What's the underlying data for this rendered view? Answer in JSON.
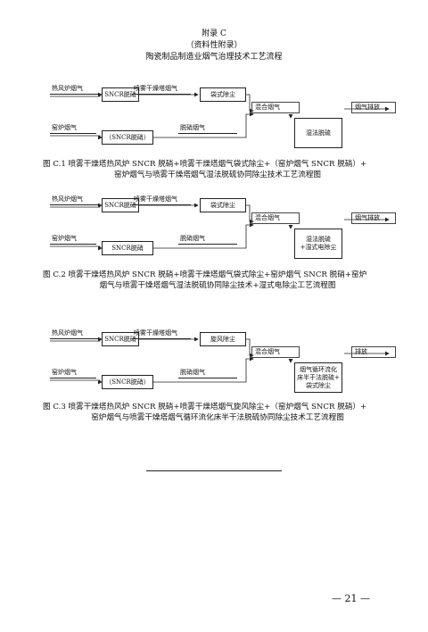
{
  "header": {
    "appendix": "附录 C",
    "note": "（资料性附录）",
    "title": "陶瓷制品制造业烟气治理技术工艺流程"
  },
  "figures": [
    {
      "id": "c1",
      "nodes": {
        "hot_gas": "热风炉烟气",
        "sncr": "SNCR脱硝",
        "spray_gas": "喷雾干燥塔烟气",
        "dedust": "袋式除尘",
        "kiln_gas": "窑炉烟气",
        "sncr2": "（SNCR脱硝）",
        "denit_gas": "脱硝烟气",
        "mixed": "混合烟气",
        "process": "湿法脱硫",
        "exhaust": "烟气排放"
      },
      "caption_line1": "图 C.1 喷雾干燥塔热风炉 SNCR 脱硝+喷雾干燥塔烟气袋式除尘+（窑炉烟气 SNCR 脱硝）+",
      "caption_line2": "窑炉烟气与喷雾干燥塔烟气湿法脱硫协同除尘技术工艺流程图"
    },
    {
      "id": "c2",
      "nodes": {
        "hot_gas": "热风炉烟气",
        "sncr": "SNCR脱硝",
        "spray_gas": "喷雾干燥塔烟气",
        "dedust": "袋式除尘",
        "kiln_gas": "窑炉烟气",
        "sncr2": "SNCR脱硝",
        "denit_gas": "脱硝烟气",
        "mixed": "混合烟气",
        "process": "湿法脱硫\n+湿式电除尘",
        "exhaust": "烟气排放"
      },
      "caption_line1": "图 C.2  喷雾干燥塔热风炉 SNCR 脱硝+喷雾干燥塔烟气袋式除尘+窑炉烟气 SNCR 脱硝+窑炉",
      "caption_line2": "烟气与喷雾干燥塔烟气湿法脱硫协同除尘技术+湿式电除尘工艺流程图"
    },
    {
      "id": "c3",
      "nodes": {
        "hot_gas": "热风炉烟气",
        "sncr": "SNCR脱硝",
        "spray_gas": "喷雾干燥塔烟气",
        "dedust": "旋风除尘",
        "kiln_gas": "窑炉烟气",
        "sncr2": "（SNCR脱硝）",
        "denit_gas": "脱硝烟气",
        "mixed": "混合烟气",
        "process": "烟气循环流化\n床半干法脱硫+\n袋式除尘",
        "exhaust": "排放"
      },
      "caption_line1": "图 C.3  喷雾干燥塔热风炉 SNCR 脱硝+喷雾干燥塔烟气旋风除尘+（窑炉烟气 SNCR 脱硝）+",
      "caption_line2": "窑炉烟气与喷雾干燥塔烟气循环流化床半干法脱硫协同除尘技术工艺流程图"
    }
  ],
  "footer": {
    "page_number": "— 21 —"
  }
}
